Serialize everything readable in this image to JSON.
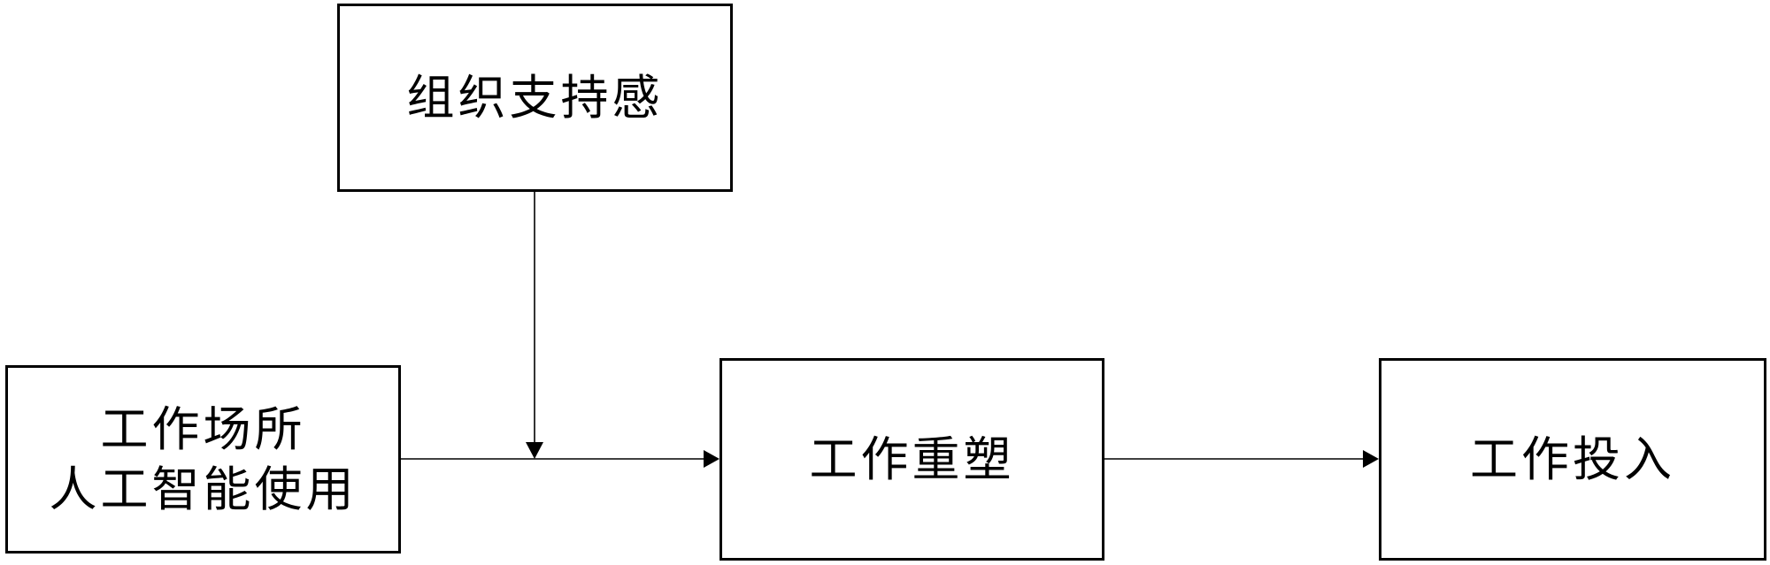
{
  "nodes": {
    "moderator": {
      "lines": [
        "组织支持感"
      ]
    },
    "independent": {
      "lines": [
        "工作场所",
        "人工智能使用"
      ]
    },
    "mediator": {
      "lines": [
        "工作重塑"
      ]
    },
    "dependent": {
      "lines": [
        "工作投入"
      ]
    }
  },
  "colors": {
    "stroke": "#000000",
    "background": "#ffffff"
  }
}
